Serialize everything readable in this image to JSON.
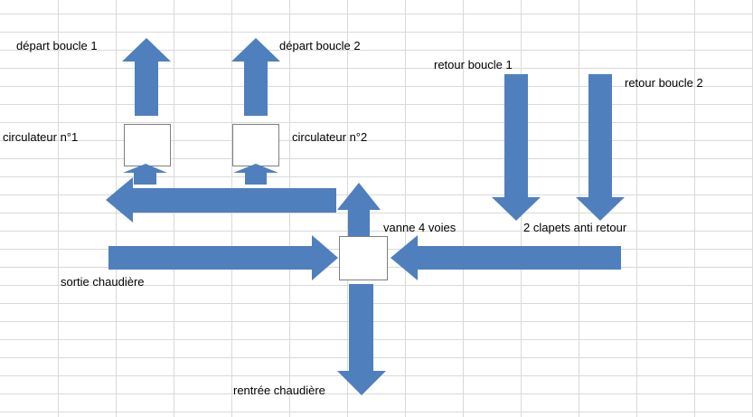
{
  "labels": {
    "depart_boucle_1": "départ boucle 1",
    "depart_boucle_2": "départ boucle 2",
    "retour_boucle_1": "retour boucle 1",
    "retour_boucle_2": "retour boucle 2",
    "circulateur_1": "circulateur n°1",
    "circulateur_2": "circulateur n°2",
    "vanne_4_voies": "vanne 4 voies",
    "clapets": "2 clapets anti retour",
    "sortie_chaudiere": "sortie chaudière",
    "rentree_chaudiere": "rentrée chaudière"
  },
  "colors": {
    "arrow": "#4f7fbd",
    "grid": "#d9d9d9",
    "box_border": "#7f7f7f"
  }
}
